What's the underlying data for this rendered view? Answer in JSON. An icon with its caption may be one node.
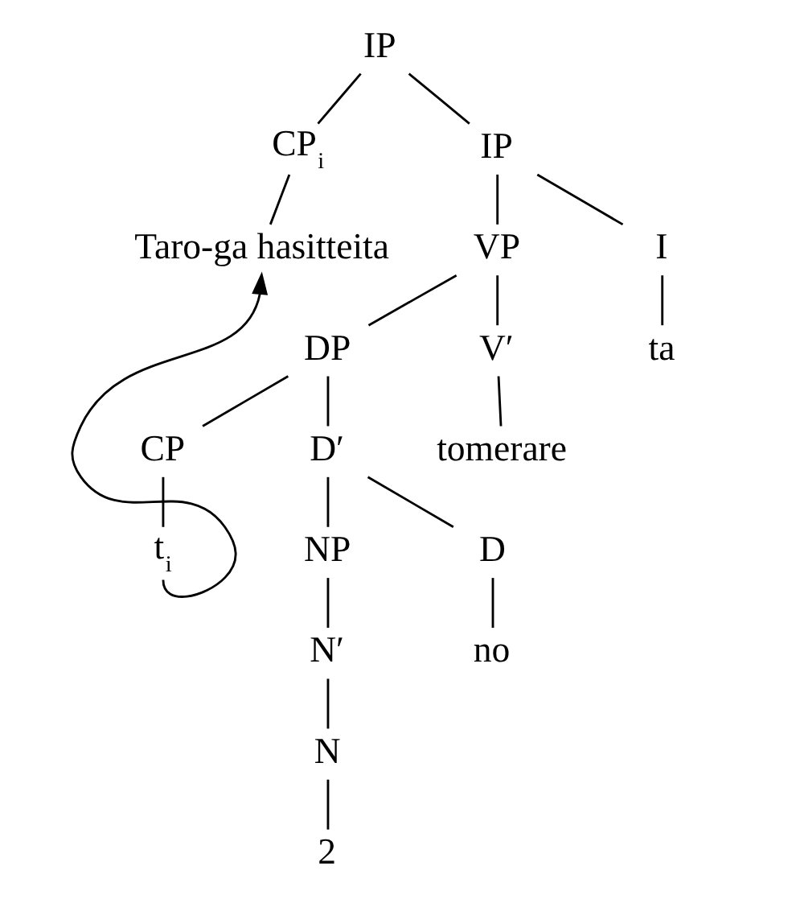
{
  "diagram": {
    "nodes": [
      {
        "text": [
          "IP"
        ]
      },
      {
        "text": [
          "CP$_{i}$"
        ]
      },
      {
        "text": [
          "IP"
        ]
      },
      {
        "text": [
          "Taro-ga hasitteita"
        ]
      },
      {
        "text": [
          "VP"
        ]
      },
      {
        "text": [
          "I"
        ]
      },
      {
        "text": [
          "DP"
        ]
      },
      {
        "text": [
          "V′"
        ]
      },
      {
        "text": [
          "ta"
        ]
      },
      {
        "text": [
          "CP"
        ]
      },
      {
        "text": [
          "D′"
        ]
      },
      {
        "text": [
          "tomerare"
        ]
      },
      {
        "text": [
          "t$_{i}$"
        ]
      },
      {
        "text": [
          "NP"
        ]
      },
      {
        "text": [
          "D"
        ]
      },
      {
        "text": [
          "N′"
        ]
      },
      {
        "text": [
          "no"
        ]
      },
      {
        "text": [
          "N"
        ]
      },
      {
        "text": [
          "2"
        ]
      }
    ],
    "edges": [
      {
        "from": 0,
        "to": 1,
        "arrow": "none"
      },
      {
        "from": 0,
        "to": 2,
        "arrow": "none"
      },
      {
        "from": 1,
        "to": 3,
        "arrow": "none"
      },
      {
        "from": 2,
        "to": 4,
        "arrow": "none"
      },
      {
        "from": 2,
        "to": 5,
        "arrow": "none"
      },
      {
        "from": 4,
        "to": 6,
        "arrow": "none"
      },
      {
        "from": 4,
        "to": 7,
        "arrow": "none"
      },
      {
        "from": 5,
        "to": 8,
        "arrow": "none"
      },
      {
        "from": 6,
        "to": 9,
        "arrow": "none"
      },
      {
        "from": 6,
        "to": 10,
        "arrow": "none"
      },
      {
        "from": 7,
        "to": 11,
        "arrow": "none"
      },
      {
        "from": 9,
        "to": 12,
        "arrow": "none"
      },
      {
        "from": 10,
        "to": 13,
        "arrow": "none"
      },
      {
        "from": 10,
        "to": 14,
        "arrow": "none"
      },
      {
        "from": 13,
        "to": 15,
        "arrow": "none"
      },
      {
        "from": 14,
        "to": 16,
        "arrow": "none"
      },
      {
        "from": 15,
        "to": 17,
        "arrow": "none"
      },
      {
        "from": 17,
        "to": 18,
        "arrow": "none"
      },
      {
        "from": 12,
        "to": 3,
        "arrow": "to"
      }
    ]
  }
}
